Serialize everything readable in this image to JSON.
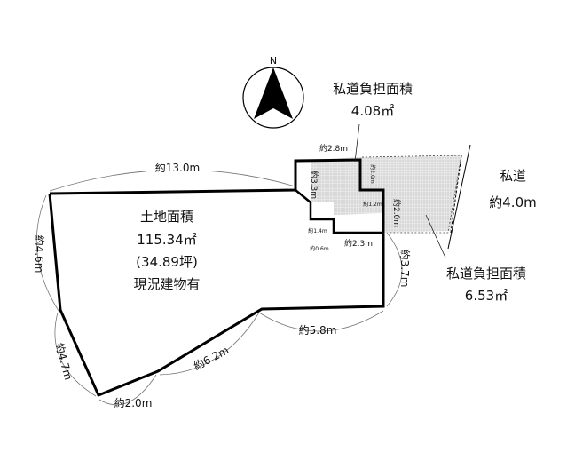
{
  "compass": {
    "letter": "N"
  },
  "land": {
    "title": "土地面積",
    "area_m2": "115.34㎡",
    "area_tsubo": "(34.89坪)",
    "status": "現況建物有"
  },
  "private_road": {
    "label": "私道",
    "width": "約4.0m"
  },
  "burden_top": {
    "title": "私道負担面積",
    "area": "4.08㎡"
  },
  "burden_right": {
    "title": "私道負担面積",
    "area": "6.53㎡"
  },
  "dimensions": {
    "top": "約13.0m",
    "left_upper": "約4.6m",
    "left_lower": "約4.7m",
    "bottom_short": "約2.0m",
    "bottom_diagonal": "約6.2m",
    "bottom_right": "約5.8m",
    "right_lower": "約3.7m",
    "notch_top": "約2.8m",
    "notch_left": "約3.3m",
    "notch_bottom": "約2.3m",
    "notch_small_a": "約1.4m",
    "notch_small_b": "約0.6m",
    "notch_inner_right": "約2.0m",
    "notch_inner_small": "約2.0m",
    "notch_inner_tiny": "約1.2m"
  }
}
